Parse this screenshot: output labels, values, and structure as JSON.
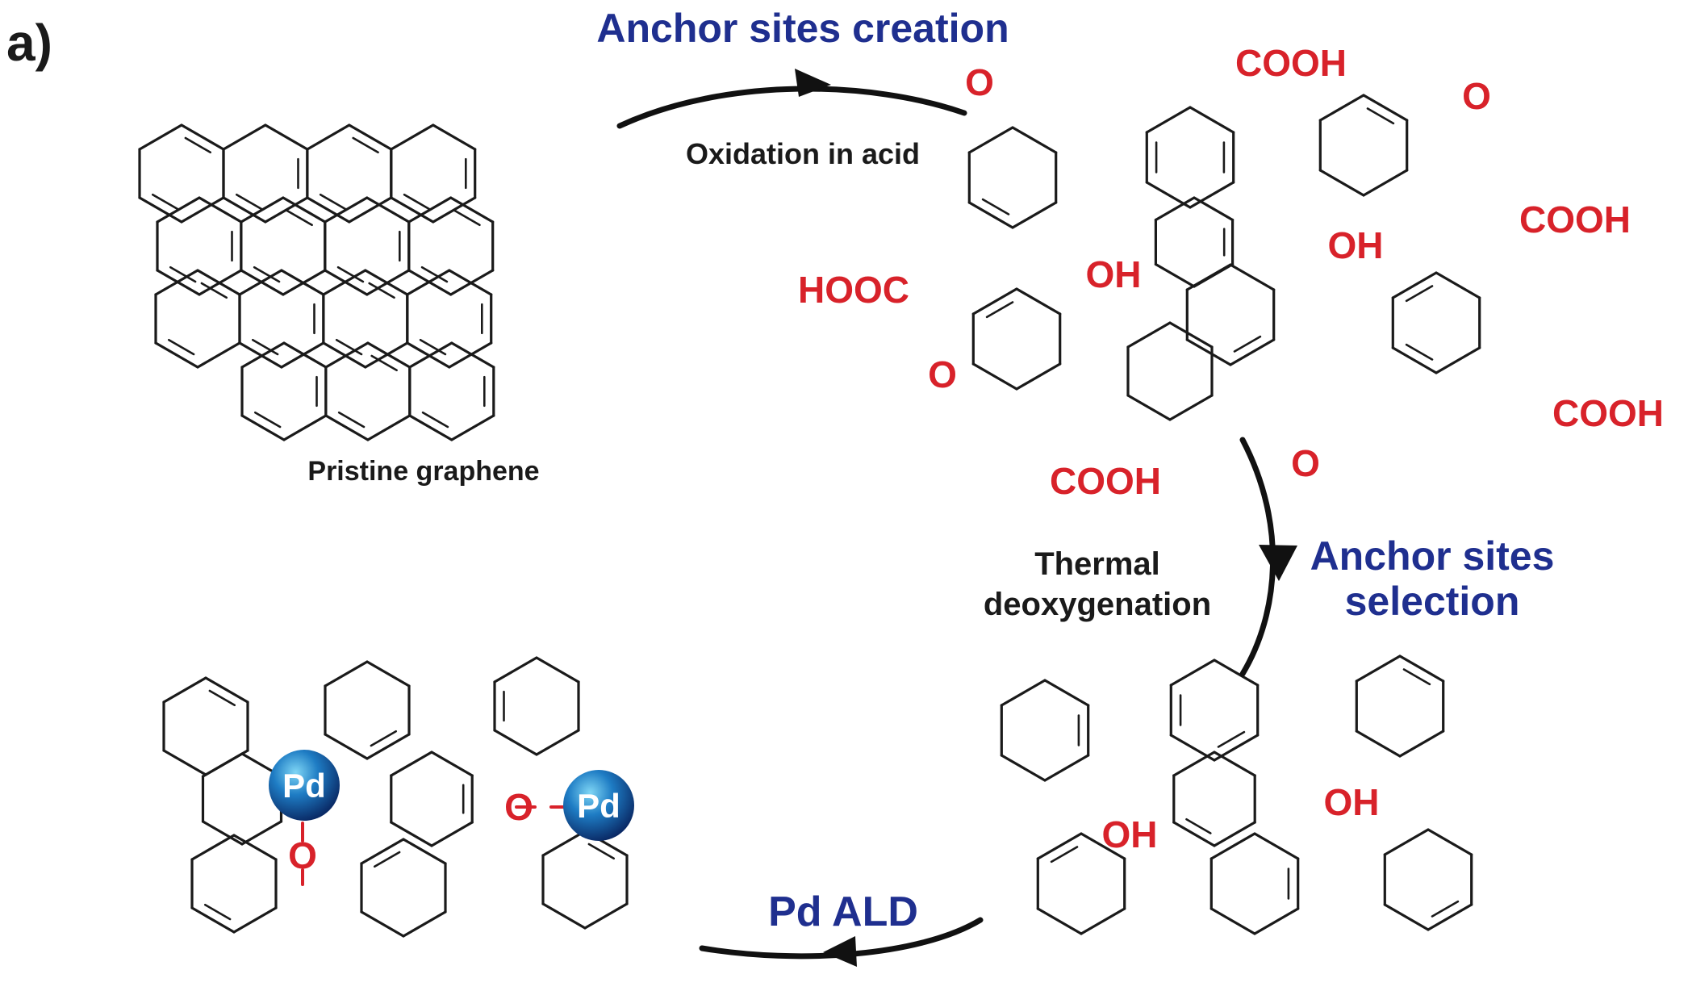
{
  "panel_label": "a)",
  "steps": {
    "creation": "Anchor sites creation",
    "oxidation": "Oxidation in acid",
    "thermal_line1": "Thermal",
    "thermal_line2": "deoxygenation",
    "selection_line1": "Anchor sites",
    "selection_line2": "selection",
    "ald": "Pd ALD"
  },
  "molecules": {
    "pristine": "Pristine graphene"
  },
  "groups": {
    "cooh": "COOH",
    "hooc": "HOOC",
    "oh": "OH",
    "o": "O",
    "pd": "Pd"
  },
  "colors": {
    "step_title": "#1f2f8f",
    "functional_group": "#d8222a",
    "bond": "#1a1a1a",
    "pd_atom": "#1a5aa0"
  }
}
